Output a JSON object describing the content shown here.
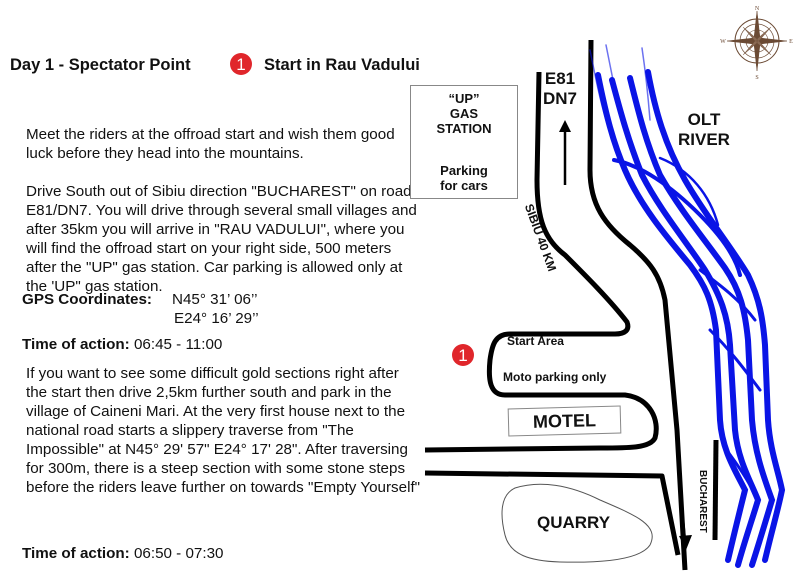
{
  "header": {
    "title": "Day 1 - Spectator Point",
    "badge_number": "1",
    "subtitle": "Start in Rau Vadului",
    "badge_color": "#e0262b"
  },
  "content": {
    "intro": "Meet the riders at the offroad start and wish them good luck before they head into the mountains.",
    "directions": "Drive South out of Sibiu direction \"BUCHAREST\" on road E81/DN7. You will drive through several small villages and after 35km you will arrive in \"RAU VADULUI\", where you will find the offroad start on your right side, 500 meters after the \"UP\" gas station. Car parking is allowed only at the 'UP\" gas station.",
    "gps": {
      "label": "GPS Coordinates:",
      "lat": "N45° 31’ 06’’",
      "lon": "E24° 16’ 29’’"
    },
    "time1": {
      "label": "Time of action:",
      "value": " 06:45 - 11:00"
    },
    "extra": "If you want to see some difficult gold sections right after the start then drive 2,5km further south and park in the village of Caineni Mari. At the very first house next to the national road starts a slippery traverse from \"The Impossible\" at N45° 29' 57\" E24° 17' 28\". After traversing for 300m, there is a steep section with some stone steps before the riders leave further on towards \"Empty Yourself\"",
    "time2": {
      "label": "Time of action:",
      "value": " 06:50 - 07:30"
    }
  },
  "map": {
    "gas_station": {
      "line1": "“UP”",
      "line2": "GAS",
      "line3": "STATION",
      "parking1": "Parking",
      "parking2": "for cars"
    },
    "road_name1": "E81",
    "road_name2": "DN7",
    "sibiu_label": "SIBIU 40 KM",
    "river1": "OLT",
    "river2": "RIVER",
    "start_area": "Start Area",
    "moto_parking": "Moto parking only",
    "marker_number": "1",
    "motel": "MOTEL",
    "quarry": "QUARRY",
    "bucharest_label": "BUCHAREST",
    "compass": {
      "n": "N",
      "s": "S",
      "e": "E",
      "w": "W"
    },
    "river_color": "#0a14e6",
    "road_color": "#000000"
  }
}
